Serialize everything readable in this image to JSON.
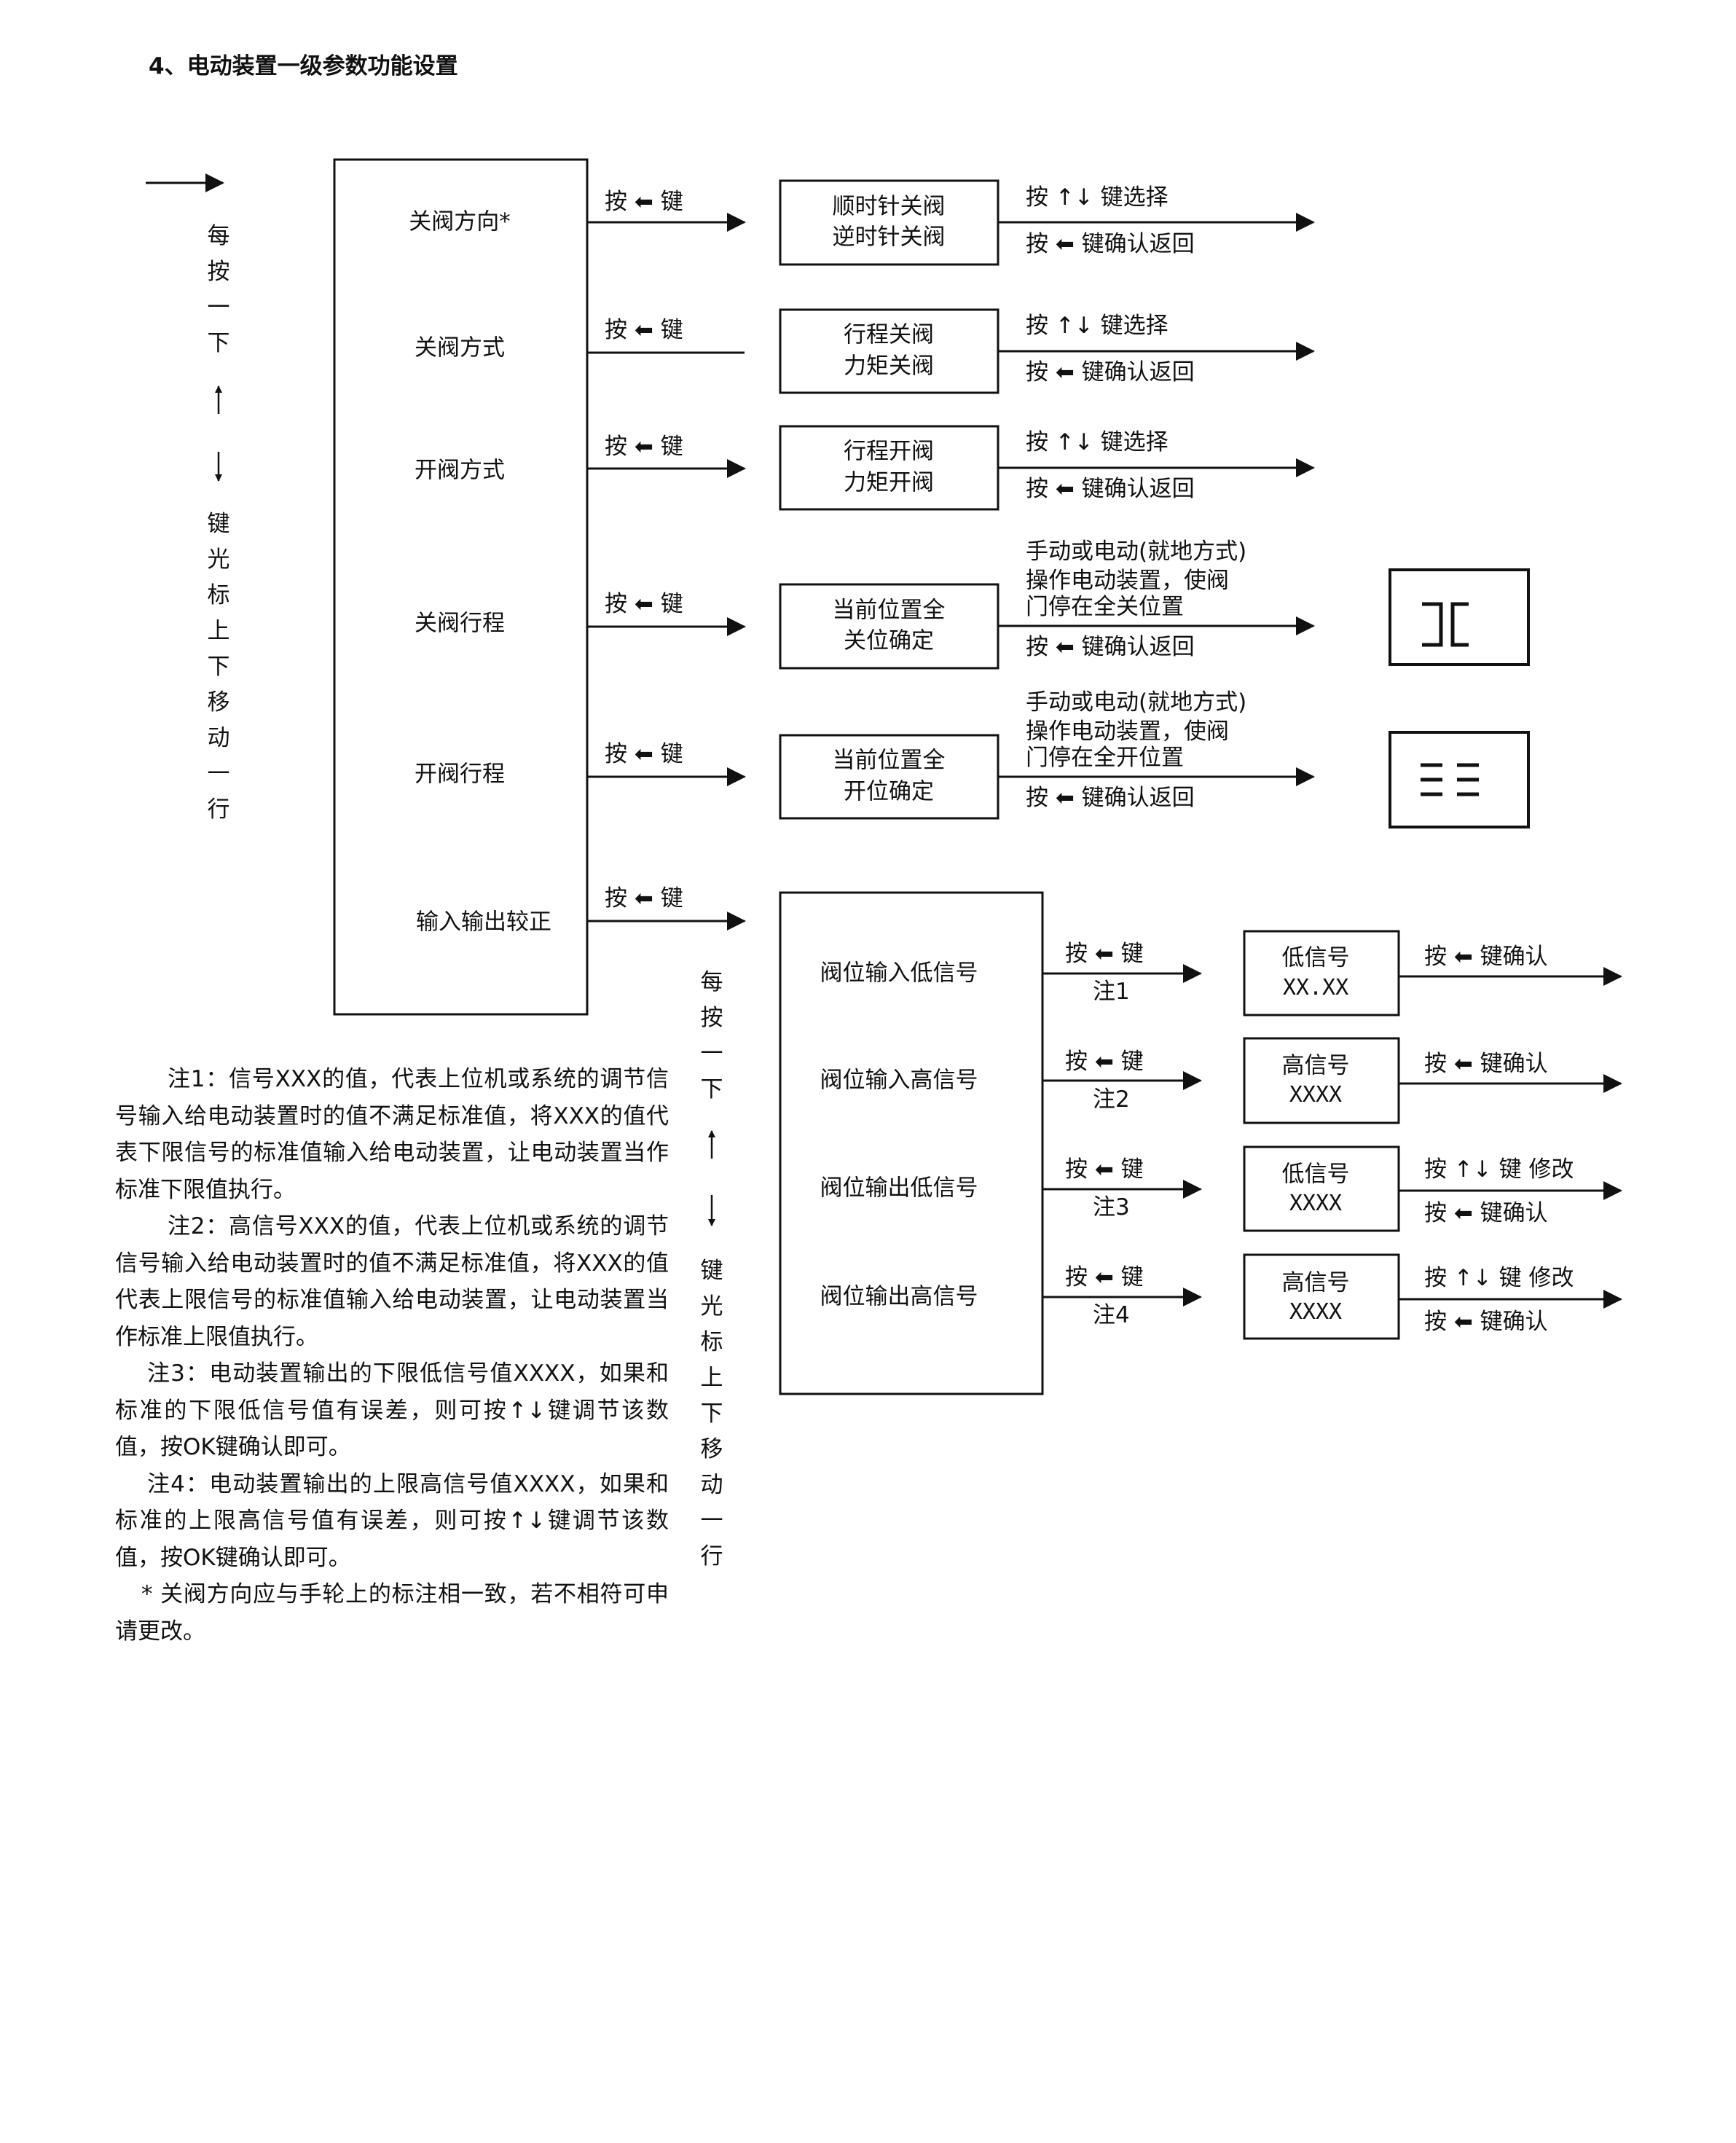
{
  "title": "4、电动装置一级参数功能设置",
  "left_column_top": [
    "每",
    "按",
    "一",
    "下"
  ],
  "left_column_bottom": [
    "键",
    "光",
    "标",
    "上",
    "下",
    "移",
    "动",
    "一",
    "行"
  ],
  "mid_column_top": [
    "每",
    "按",
    "一",
    "下"
  ],
  "mid_column_bottom": [
    "键",
    "光",
    "标",
    "上",
    "下",
    "移",
    "动",
    "一",
    "行"
  ],
  "menu": [
    "关阀方向*",
    "关阀方式",
    "开阀方式",
    "关阀行程",
    "开阀行程",
    "输入输出较正"
  ],
  "press_key_label": "按",
  "key_label": "键",
  "rows": [
    {
      "box": [
        "顺时针关阀",
        "逆时针关阀"
      ],
      "top_action": "按 ↑↓ 键选择",
      "bottom_action": "按 ⬅ 键确认返回"
    },
    {
      "box": [
        "行程关阀",
        "力矩关阀"
      ],
      "top_action": "按 ↑↓ 键选择",
      "bottom_action": "按 ⬅ 键确认返回"
    },
    {
      "box": [
        "行程开阀",
        "力矩开阀"
      ],
      "top_action": "按 ↑↓ 键选择",
      "bottom_action": "按 ⬅ 键确认返回"
    },
    {
      "box": [
        "当前位置全",
        "关位确定"
      ],
      "top_action": [
        "手动或电动(就地方式)",
        "操作电动装置，使阀",
        "门停在全关位置"
      ],
      "bottom_action": "按 ⬅ 键确认返回"
    },
    {
      "box": [
        "当前位置全",
        "开位确定"
      ],
      "top_action": [
        "手动或电动(就地方式)",
        "操作电动装置，使阀",
        "门停在全开位置"
      ],
      "bottom_action": "按 ⬅ 键确认返回"
    }
  ],
  "calib_items": [
    "阀位输入低信号",
    "阀位输入高信号",
    "阀位输出低信号",
    "阀位输出高信号"
  ],
  "calib_notes": [
    "注1",
    "注2",
    "注3",
    "注4"
  ],
  "calib_press": "按 ⬅ 键",
  "signal_boxes": [
    {
      "label": "低信号",
      "value": "XX.XX"
    },
    {
      "label": "高信号",
      "value": "XXXX"
    },
    {
      "label": "低信号",
      "value": "XXXX"
    },
    {
      "label": "高信号",
      "value": "XXXX"
    }
  ],
  "signal_actions": [
    {
      "top": "按 ⬅ 键确认",
      "bottom": ""
    },
    {
      "top": "按 ⬅ 键确认",
      "bottom": ""
    },
    {
      "top": "按 ↑↓ 键 修改",
      "bottom": "按 ⬅ 键确认"
    },
    {
      "top": "按 ↑↓ 键 修改",
      "bottom": "按 ⬅ 键确认"
    }
  ],
  "notes": [
    "注1：信号XXX的值，代表上位机或系统的调节信号输入给电动装置时的值不满足标准值，将XXX的值代表下限信号的标准值输入给电动装置，让电动装置当作标准下限值执行。",
    "注2：高信号XXX的值，代表上位机或系统的调节信号输入给电动装置时的值不满足标准值，将XXX的值代表上限信号的标准值输入给电动装置，让电动装置当作标准上限值执行。",
    "注3：电动装置输出的下限低信号值XXXX，如果和标准的下限低信号值有误差，则可按↑↓键调节该数值，按OK键确认即可。",
    "注4：电动装置输出的上限高信号值XXXX，如果和标准的上限高信号值有误差，则可按↑↓键调节该数值，按OK键确认即可。",
    "* 关阀方向应与手轮上的标注相一致，若不相符可申请更改。"
  ],
  "colors": {
    "ink": "#111111",
    "background": "#ffffff"
  }
}
